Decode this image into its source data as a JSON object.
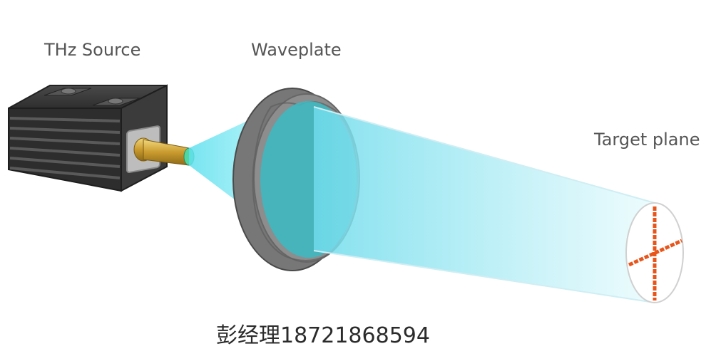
{
  "labels": {
    "source": "THz Source",
    "waveplate": "Waveplate",
    "target": "Target plane",
    "contact": "彭经理18721868594"
  },
  "colors": {
    "beam": "#7fe3f0",
    "beam_edge": "#bfeef5",
    "pattern": "#e8551a",
    "device_body": "#3a3a3a",
    "brass": "#d4b04a",
    "ring": "#7a7a7a"
  }
}
